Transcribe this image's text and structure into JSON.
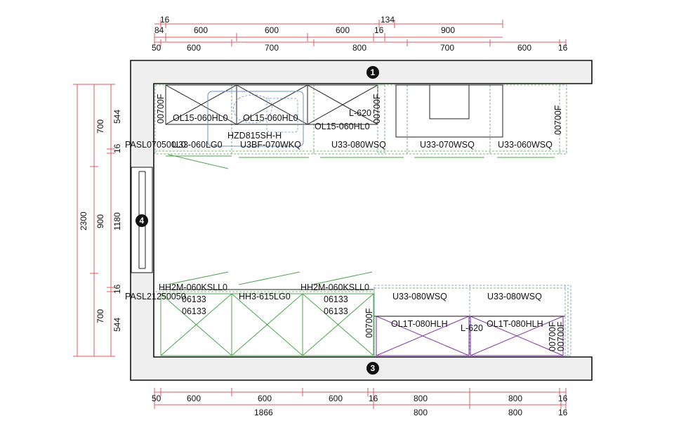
{
  "colors": {
    "dimension_line": "#e35b5b",
    "wall_fill": "#efefef",
    "outline": "#111111",
    "base_cabinet": "#4ea54e",
    "appliance": "#6a90c8",
    "corner_unit": "#8b3fa8"
  },
  "markers": [
    "1",
    "3",
    "4"
  ],
  "top_dimensions": {
    "row1": [
      "16",
      "134"
    ],
    "row2": [
      "84",
      "600",
      "600",
      "600",
      "16",
      "900"
    ],
    "row3": [
      "50",
      "600",
      "700",
      "800",
      "700",
      "600",
      "16"
    ]
  },
  "bottom_dimensions": {
    "row1": [
      "50",
      "600",
      "600",
      "600",
      "16",
      "800",
      "800",
      "16"
    ],
    "row2": [
      "1866",
      "800",
      "800",
      "16"
    ]
  },
  "left_dimensions": {
    "outer": "2300",
    "middle": [
      "700",
      "900",
      "700"
    ],
    "inner": [
      "544",
      "16",
      "1180",
      "16",
      "544"
    ]
  },
  "top_labels": {
    "ol15_a": "OL15-060HL0",
    "ol15_b": "OL15-060HL0",
    "ol15_c": "OL15-060HL0",
    "l620_top": "L-620",
    "filler_top_left": "00700F",
    "filler_top_mid": "00700F",
    "filler_top_right": "00700F",
    "hood": "HZD815SH-H",
    "pasl_top": "PASL070500L0",
    "u33_060lg": "U33-060LG0",
    "u3bf": "U3BF-070WKQ",
    "u33_080_top": "U33-080WSQ",
    "u33_070": "U33-070WSQ",
    "u33_060_top": "U33-060WSQ"
  },
  "bottom_labels": {
    "hh2m_a": "HH2M-060KSLL0",
    "hh2m_a_code1": "06133",
    "hh2m_a_code2": "06133",
    "pasl_bottom": "PASL21250050",
    "hh3": "HH3-615LG0",
    "hh2m_b": "HH2M-060KSLL0",
    "hh2m_b_code1": "06133",
    "hh2m_b_code2": "06133",
    "u33_080_bl": "U33-080WSQ",
    "u33_080_br": "U33-080WSQ",
    "ol1t_a": "OL1T-080HLH",
    "ol1t_b": "OL1T-080HLH",
    "l620_bottom": "L-620",
    "filler_bot_mid": "00700F",
    "filler_bot_r1": "00700F",
    "filler_bot_r2": "00700F"
  }
}
